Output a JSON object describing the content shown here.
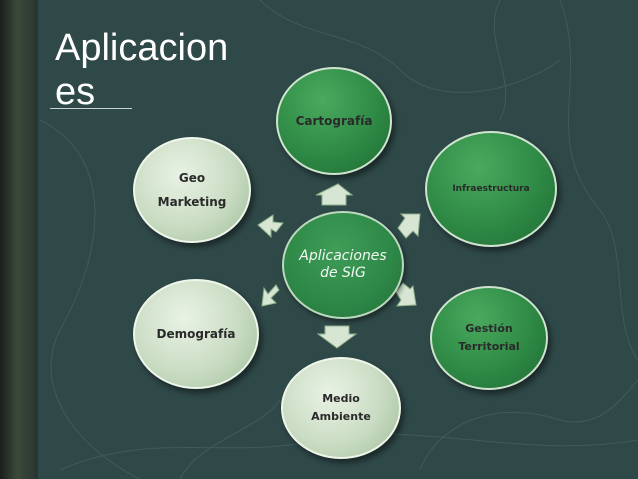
{
  "title": "Aplicaciones",
  "center": {
    "label": "Aplicaciones de SIG"
  },
  "nodes": {
    "cartografia": {
      "label": "Cartografía"
    },
    "infraestructura": {
      "label": "Infraestructura"
    },
    "gestion": {
      "line1": "Gestión",
      "line2": "Territorial"
    },
    "medio": {
      "line1": "Medio",
      "line2": "Ambiente"
    },
    "demografia": {
      "label": "Demografía"
    },
    "geo": {
      "line1": "Geo",
      "line2": "Marketing"
    }
  },
  "colors": {
    "background": "#2f4848",
    "dark_node": "#2e8a45",
    "light_node": "#c9dcc3",
    "arrow": "#d6e6d2"
  }
}
